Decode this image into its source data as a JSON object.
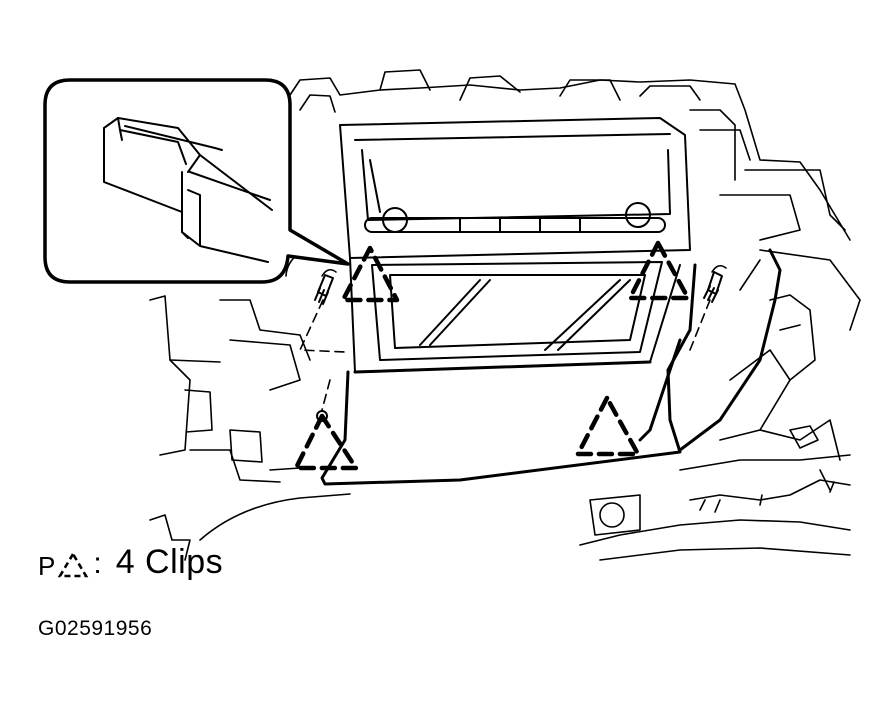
{
  "legend": {
    "prefix": "P",
    "symbol_icon": "dashed-triangle-icon",
    "separator": ":",
    "text": "4 Clips"
  },
  "figure_id": "G02591956",
  "colors": {
    "line": "#000000",
    "background": "#ffffff"
  }
}
